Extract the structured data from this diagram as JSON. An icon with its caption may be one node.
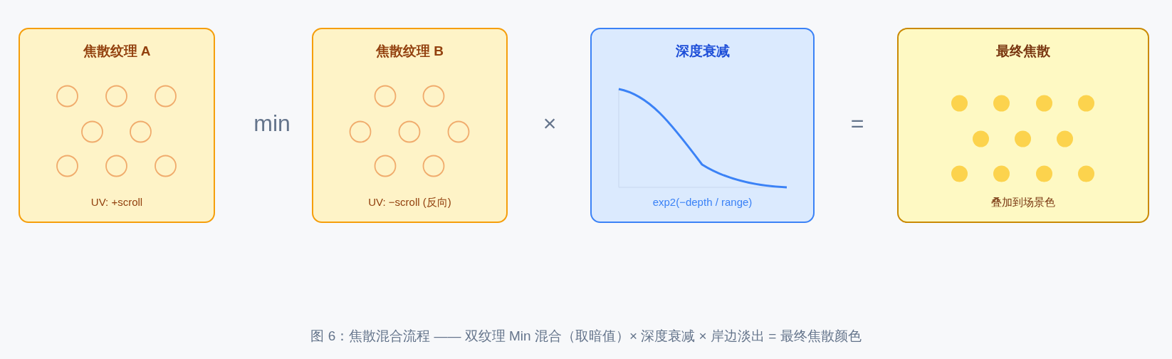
{
  "diagram": {
    "caption": "图 6：焦散混合流程 —— 双纹理 Min 混合（取暗值）× 深度衰减 × 岸边淡出 = 最终焦散颜色",
    "nodes": [
      {
        "text": [
          "焦散纹理 A",
          "UV: +scroll"
        ]
      },
      {
        "text": [
          "焦散纹理 B",
          "UV: −scroll (反向)"
        ]
      },
      {
        "text": [
          "深度衰减",
          "exp2(−depth / range)"
        ]
      },
      {
        "text": [
          "最终焦散",
          "叠加到场景色"
        ]
      }
    ],
    "labels": [
      "min",
      "×",
      "="
    ]
  }
}
